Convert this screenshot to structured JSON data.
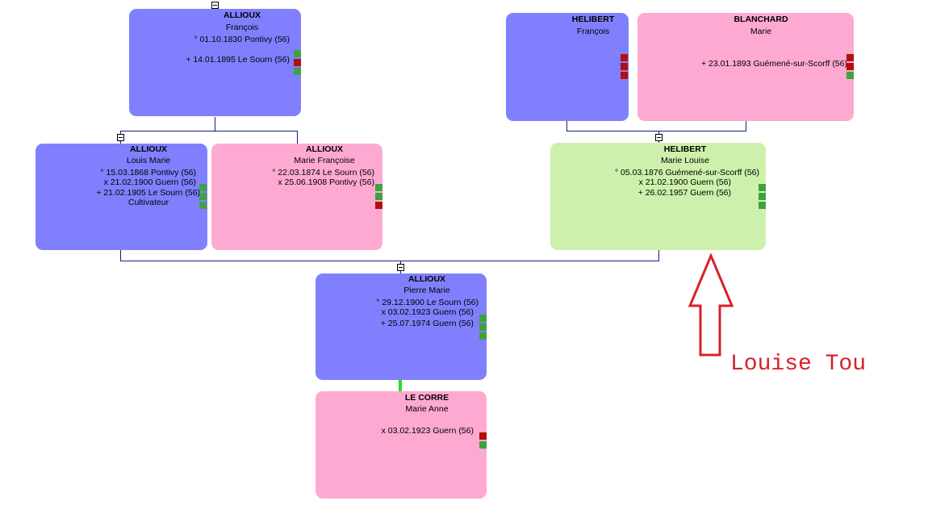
{
  "persons": {
    "francois_allioux": {
      "surname": "ALLIOUX",
      "given": "François",
      "birth": "° 01.10.1830 Pontivy (56)",
      "death": "+ 14.01.1895 Le Sourn (56)"
    },
    "francois_helibert": {
      "surname": "HELIBERT",
      "given": "François"
    },
    "marie_blanchard": {
      "surname": "BLANCHARD",
      "given": "Marie",
      "death": "+ 23.01.1893 Guémené-sur-Scorff (56)"
    },
    "louis_marie": {
      "surname": "ALLIOUX",
      "given": "Louis Marie",
      "birth": "° 15.03.1868 Pontivy (56)",
      "marriage": "x 21.02.1900 Guern (56)",
      "death": "+ 21.02.1905 Le Sourn (56)",
      "occupation": "Cultivateur"
    },
    "marie_francoise": {
      "surname": "ALLIOUX",
      "given": "Marie Françoise",
      "birth": "° 22.03.1874 Le Sourn (56)",
      "marriage": "x 25.06.1908 Pontivy (56)"
    },
    "marie_louise": {
      "surname": "HELIBERT",
      "given": "Marie Louise",
      "birth": "° 05.03.1876 Guémené-sur-Scorff (56)",
      "marriage": "x 21.02.1900 Guern (56)",
      "death": "+ 26.02.1957 Guern (56)"
    },
    "pierre_marie": {
      "surname": "ALLIOUX",
      "given": "Pierre Marie",
      "birth": "° 29.12.1900 Le Sourn (56)",
      "marriage": "x 03.02.1923 Guern (56)",
      "death": "+ 25.07.1974 Guern (56)"
    },
    "marie_anne": {
      "surname": "LE CORRE",
      "given": "Marie Anne",
      "marriage": "x 03.02.1923 Guern (56)"
    }
  },
  "annotation": {
    "text": "Louise Tou",
    "color": "#d8202a"
  },
  "colors": {
    "male": "#8080fe",
    "female": "#fea9d2",
    "selected": "#cdf1ac",
    "indicator_green": "#3ea33e",
    "indicator_red": "#b30f0f",
    "connector": "#1a1a80"
  }
}
